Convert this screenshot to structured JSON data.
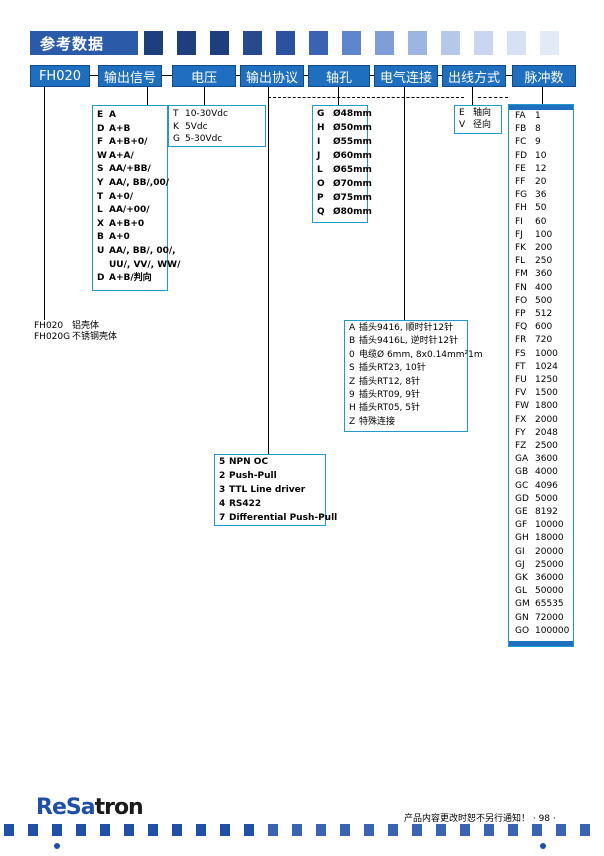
{
  "header": {
    "title": "参考数据"
  },
  "code_row": [
    "FH020",
    "输出信号",
    "电压",
    "输出协议",
    "轴孔",
    "电气连接",
    "出线方式",
    "脉冲数"
  ],
  "housing": [
    {
      "code": "FH020",
      "desc": "铝壳体"
    },
    {
      "code": "FH020G",
      "desc": "不锈钢壳体"
    }
  ],
  "output_signal": [
    {
      "code": "E",
      "desc": "A"
    },
    {
      "code": "D",
      "desc": "A+B"
    },
    {
      "code": "F",
      "desc": "A+B+0/"
    },
    {
      "code": "W",
      "desc": "A+A/"
    },
    {
      "code": "S",
      "desc": "AA/+BB/"
    },
    {
      "code": "Y",
      "desc": "AA/, BB/,00/"
    },
    {
      "code": "T",
      "desc": "A+0/"
    },
    {
      "code": "L",
      "desc": "AA/+00/"
    },
    {
      "code": "X",
      "desc": "A+B+0"
    },
    {
      "code": "B",
      "desc": "A+0"
    },
    {
      "code": "U",
      "desc": "AA/, BB/, 00/,"
    },
    {
      "code": "",
      "desc": "UU/, VV/, WW/"
    },
    {
      "code": "D",
      "desc": "A+B/判向"
    }
  ],
  "voltage": [
    {
      "code": "T",
      "desc": "10-30Vdc"
    },
    {
      "code": "K",
      "desc": "5Vdc"
    },
    {
      "code": "G",
      "desc": "5-30Vdc"
    }
  ],
  "output_protocol": [
    {
      "code": "5",
      "desc": "NPN OC"
    },
    {
      "code": "2",
      "desc": "Push-Pull"
    },
    {
      "code": "3",
      "desc": "TTL Line driver"
    },
    {
      "code": "4",
      "desc": "RS422"
    },
    {
      "code": "7",
      "desc": "Differential Push-Pull"
    }
  ],
  "shaft_hole": [
    {
      "code": "G",
      "desc": "Ø48mm"
    },
    {
      "code": "H",
      "desc": "Ø50mm"
    },
    {
      "code": "I",
      "desc": "Ø55mm"
    },
    {
      "code": "J",
      "desc": "Ø60mm"
    },
    {
      "code": "L",
      "desc": "Ø65mm"
    },
    {
      "code": "O",
      "desc": "Ø70mm"
    },
    {
      "code": "P",
      "desc": "Ø75mm"
    },
    {
      "code": "Q",
      "desc": "Ø80mm"
    }
  ],
  "electrical": [
    {
      "code": "A",
      "desc": "插头9416, 顺时针12针"
    },
    {
      "code": "B",
      "desc": "插头9416L, 逆时针12针"
    },
    {
      "code": "0",
      "desc": "电缆Ø 6mm, 8x0.14mm²1m"
    },
    {
      "code": "S",
      "desc": "插头RT23, 10针"
    },
    {
      "code": "Z",
      "desc": "插头RT12, 8针"
    },
    {
      "code": "9",
      "desc": "插头RT09, 9针"
    },
    {
      "code": "H",
      "desc": "插头RT05, 5针"
    },
    {
      "code": "Z",
      "desc": "特殊连接"
    }
  ],
  "cable_exit": [
    {
      "code": "E",
      "desc": "轴向"
    },
    {
      "code": "V",
      "desc": "径向"
    }
  ],
  "pulses": [
    {
      "code": "FA",
      "value": "1"
    },
    {
      "code": "FB",
      "value": "8"
    },
    {
      "code": "FC",
      "value": "9"
    },
    {
      "code": "FD",
      "value": "10"
    },
    {
      "code": "FE",
      "value": "12"
    },
    {
      "code": "FF",
      "value": "20"
    },
    {
      "code": "FG",
      "value": "36"
    },
    {
      "code": "FH",
      "value": "50"
    },
    {
      "code": "FI",
      "value": "60"
    },
    {
      "code": "FJ",
      "value": "100"
    },
    {
      "code": "FK",
      "value": "200"
    },
    {
      "code": "FL",
      "value": "250"
    },
    {
      "code": "FM",
      "value": "360"
    },
    {
      "code": "FN",
      "value": "400"
    },
    {
      "code": "FO",
      "value": "500"
    },
    {
      "code": "FP",
      "value": "512"
    },
    {
      "code": "FQ",
      "value": "600"
    },
    {
      "code": "FR",
      "value": "720"
    },
    {
      "code": "FS",
      "value": "1000"
    },
    {
      "code": "FT",
      "value": "1024"
    },
    {
      "code": "FU",
      "value": "1250"
    },
    {
      "code": "FV",
      "value": "1500"
    },
    {
      "code": "FW",
      "value": "1800"
    },
    {
      "code": "FX",
      "value": "2000"
    },
    {
      "code": "FY",
      "value": "2048"
    },
    {
      "code": "FZ",
      "value": "2500"
    },
    {
      "code": "GA",
      "value": "3600"
    },
    {
      "code": "GB",
      "value": "4000"
    },
    {
      "code": "GC",
      "value": "4096"
    },
    {
      "code": "GD",
      "value": "5000"
    },
    {
      "code": "GE",
      "value": "8192"
    },
    {
      "code": "GF",
      "value": "10000"
    },
    {
      "code": "GH",
      "value": "18000"
    },
    {
      "code": "GI",
      "value": "20000"
    },
    {
      "code": "GJ",
      "value": "25000"
    },
    {
      "code": "GK",
      "value": "36000"
    },
    {
      "code": "GL",
      "value": "50000"
    },
    {
      "code": "GM",
      "value": "65535"
    },
    {
      "code": "GN",
      "value": "72000"
    },
    {
      "code": "GO",
      "value": "100000"
    }
  ],
  "footer": {
    "logo_re": "Re",
    "logo_sa": "Sa",
    "logo_tron": "tron",
    "note": "产品内容更改时恕不另行通知！ · 98 ·"
  },
  "colors": {
    "primary": "#1f6fc0",
    "dark_blue": "#1f4fa8",
    "box_border": "#1f9ac9"
  }
}
